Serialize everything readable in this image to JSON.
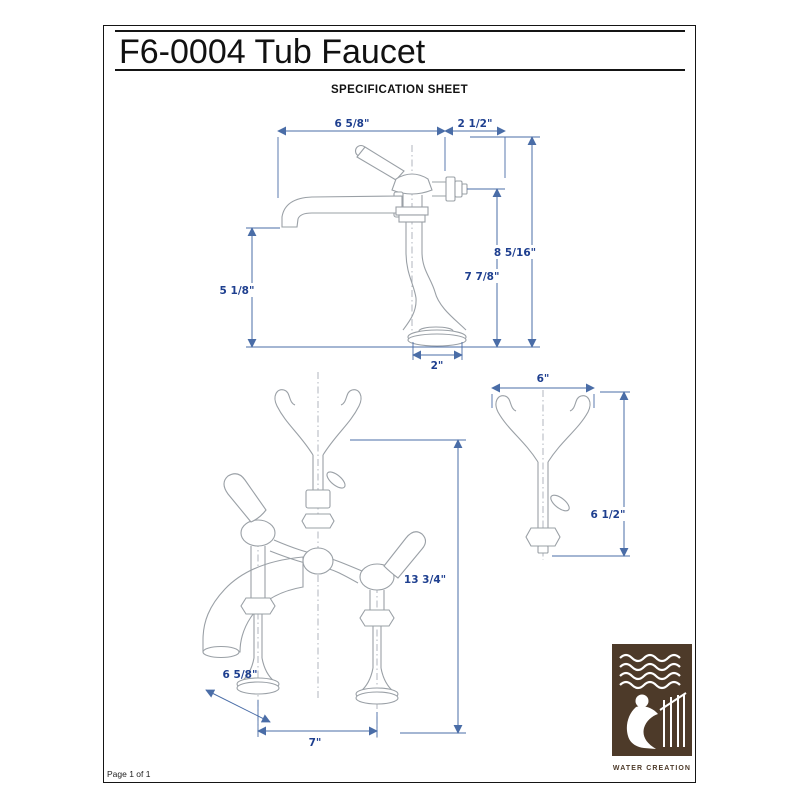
{
  "colors": {
    "c-dim": "#4a6da7",
    "c-dim-text": "#1e3f8f",
    "c-draw": "#9aa0a6",
    "c-brown": "#4d3a29"
  },
  "header": {
    "title": "F6-0004 Tub Faucet",
    "subtitle": "SPECIFICATION SHEET"
  },
  "side_view": {
    "dims": {
      "spout_reach": "6 5/8\"",
      "handshower_offset": "2 1/2\"",
      "overall_height": "8 5/16\"",
      "height_to_connector": "7 7/8\"",
      "deck_to_spout": "5 1/8\"",
      "base_width": "2\""
    }
  },
  "front_view": {
    "dims": {
      "overall_height": "13 3/4\"",
      "spout_length": "6 5/8\"",
      "faucet_centers": "7\""
    }
  },
  "cradle_detail": {
    "dims": {
      "width": "6\"",
      "height": "6 1/2\""
    }
  },
  "footer": {
    "page_label": "Page 1 of 1",
    "logo_text": "WATER CREATION"
  }
}
